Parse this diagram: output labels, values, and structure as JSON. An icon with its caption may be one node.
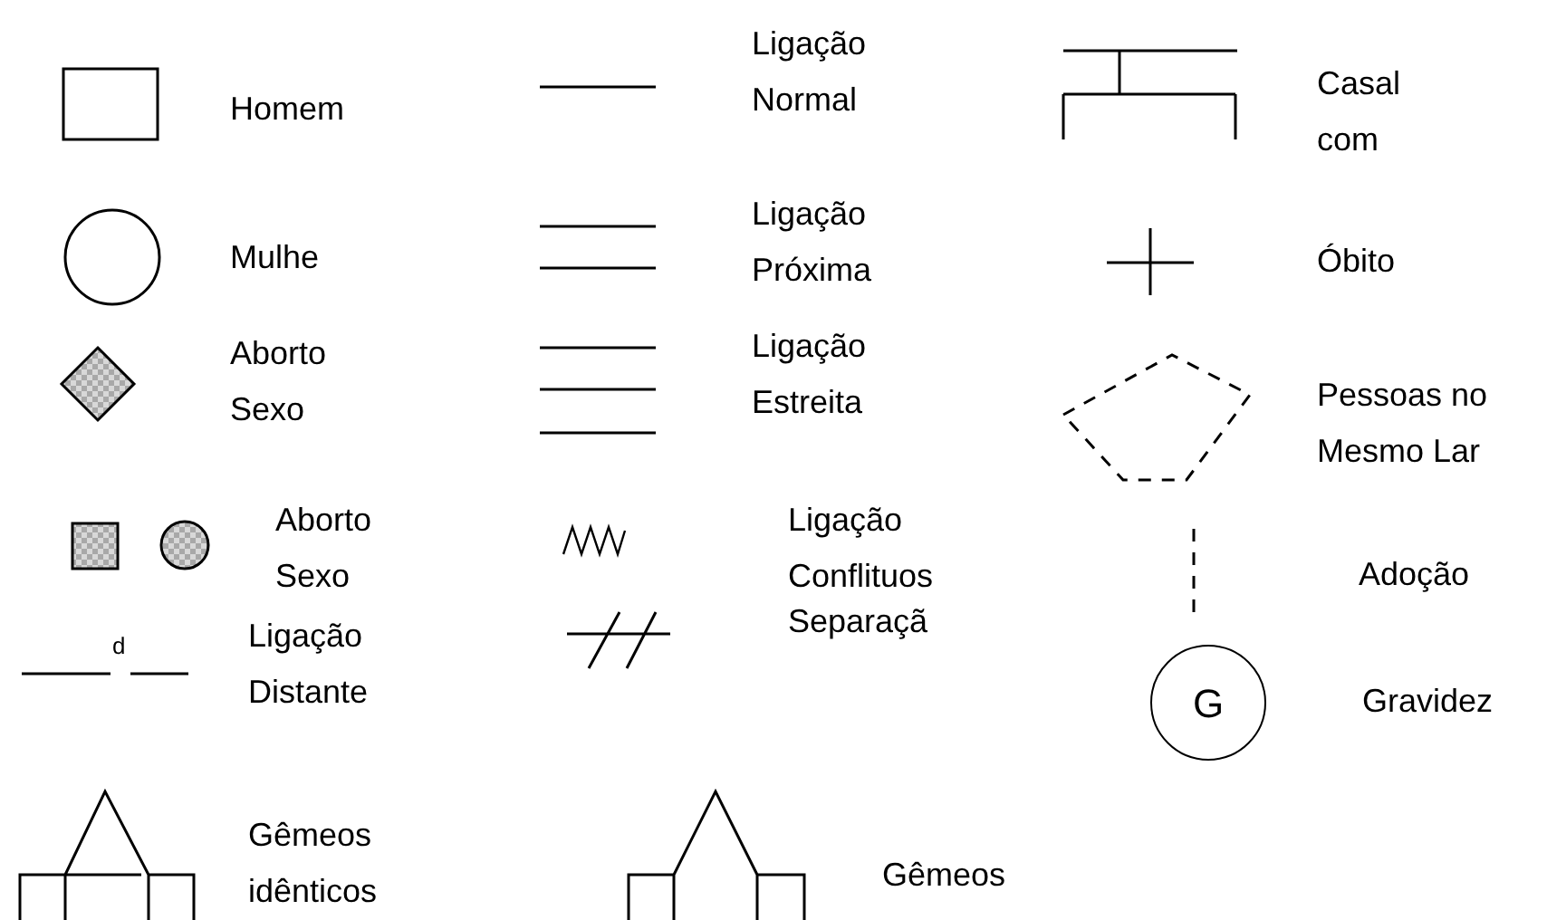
{
  "diagram": {
    "nodes": [
      {
        "text": [
          "G"
        ]
      }
    ],
    "edges": [],
    "labels": [
      "d"
    ],
    "legend": [
      {
        "text": "Homem"
      },
      {
        "text": "Ligação Normal"
      },
      {
        "text": "Casal com"
      },
      {
        "text": "Mulhe"
      },
      {
        "text": "Ligação Próxima"
      },
      {
        "text": "Óbito"
      },
      {
        "text": "Aborto Sexo"
      },
      {
        "text": "Ligação Estreita"
      },
      {
        "text": "Pessoas no Mesmo Lar"
      },
      {
        "text": "Aborto Sexo"
      },
      {
        "text": "Ligação Conflituos"
      },
      {
        "text": "Adoção"
      },
      {
        "text": "Ligação Distante"
      },
      {
        "text": "Separaçã"
      },
      {
        "text": "Gravidez"
      },
      {
        "text": "Gêmeos idênticos"
      },
      {
        "text": "Gêmeos"
      }
    ]
  }
}
